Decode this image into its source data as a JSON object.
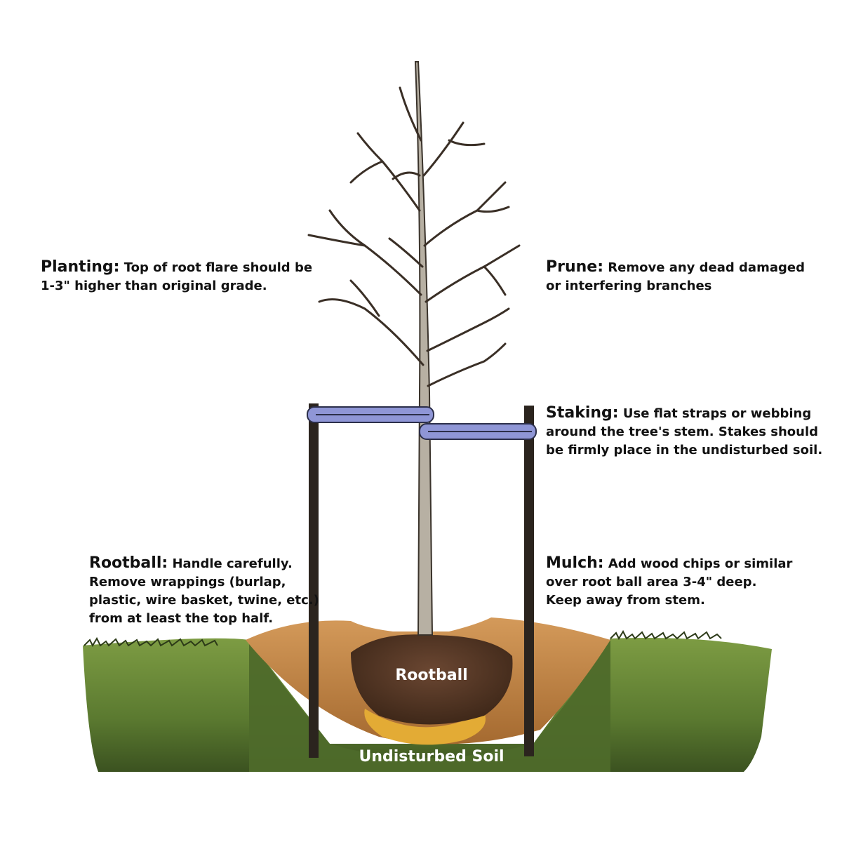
{
  "callouts": {
    "planting": {
      "heading": "Planting:",
      "body": " Top of root flare should be\n1-3\" higher than original grade."
    },
    "prune": {
      "heading": "Prune:",
      "body": " Remove any dead damaged\nor interfering branches"
    },
    "staking": {
      "heading": "Staking:",
      "body": " Use flat straps or webbing\naround the tree's stem. Stakes should\n be firmly place in the undisturbed soil."
    },
    "rootball": {
      "heading": "Rootball:",
      "body": " Handle carefully.\nRemove wrappings (burlap,\nplastic, wire basket, twine, etc.)\nfrom at least the top half."
    },
    "mulch": {
      "heading": "Mulch:",
      "body": " Add wood chips or similar\nover root ball area 3-4\" deep.\nKeep away from stem."
    }
  },
  "diagram": {
    "rootball_label": "Rootball",
    "soil_label": "Undisturbed Soil",
    "colors": {
      "grass": "#6f8f3a",
      "grass_dark": "#3f5a22",
      "backfill": "#c98a4a",
      "rootball": "#5a3a28",
      "gravel": "#e0a830",
      "strap": "#8f96d6",
      "stake": "#2b241e",
      "trunk": "#b7b0a3"
    }
  }
}
